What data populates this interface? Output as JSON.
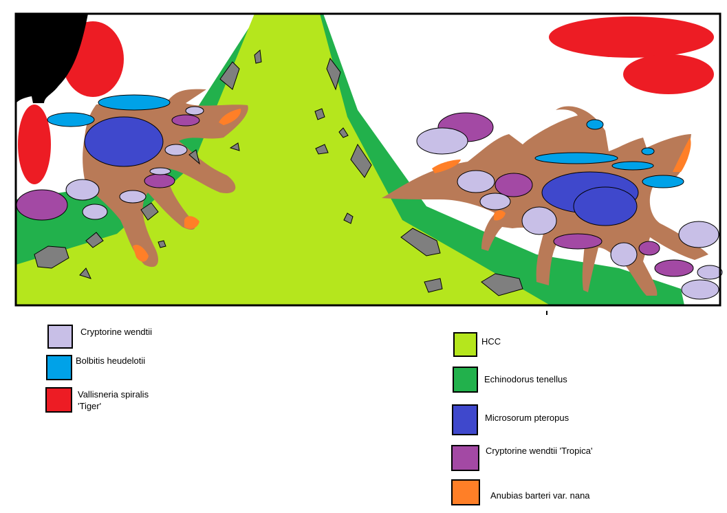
{
  "colors": {
    "outline": "#000000",
    "hcc": "#b5e61d",
    "echinodorus": "#22b14c",
    "wood": "#b97a57",
    "stone": "#7f7f7f",
    "cryptocoryne": "#c8bfe7",
    "bolbitis": "#00a2e8",
    "vallisneria": "#ed1c24",
    "microsorum": "#3f48cc",
    "cryptocoryne_tropica": "#a349a4",
    "anubias": "#ff7f27",
    "background": "#ffffff"
  },
  "legend": [
    {
      "id": "cryptocoryne",
      "label": "Cryptorine wendtii",
      "color": "#c8bfe7"
    },
    {
      "id": "bolbitis",
      "label": "Bolbitis heudelotii",
      "color": "#00a2e8"
    },
    {
      "id": "vallisneria",
      "label": "Vallisneria spiralis\n'Tiger'",
      "color": "#ed1c24"
    },
    {
      "id": "hcc",
      "label": "HCC",
      "color": "#b5e61d"
    },
    {
      "id": "echinodorus",
      "label": "Echinodorus tenellus",
      "color": "#22b14c"
    },
    {
      "id": "microsorum",
      "label": "Microsorum pteropus",
      "color": "#3f48cc"
    },
    {
      "id": "cryptocoryne_tropica",
      "label": "Cryptorine wendtii 'Tropica'",
      "color": "#a349a4"
    },
    {
      "id": "anubias",
      "label": "Anubias barteri var. nana",
      "color": "#ff7f27"
    }
  ]
}
